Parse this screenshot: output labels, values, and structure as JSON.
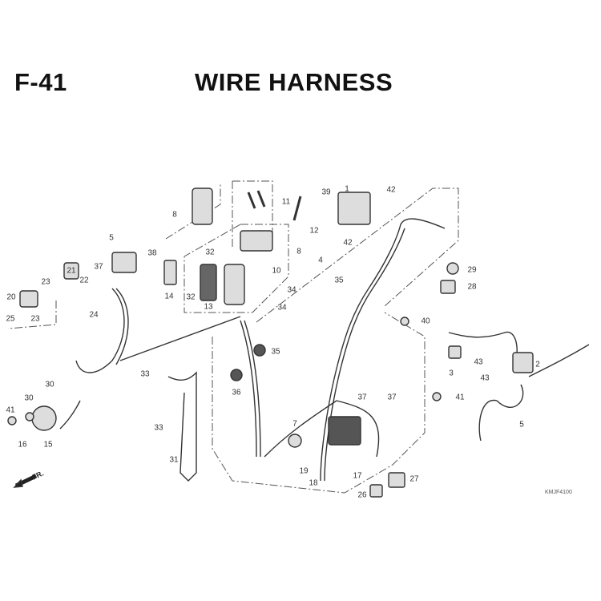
{
  "header": {
    "figure_number": "F-41",
    "title": "WIRE HARNESS"
  },
  "diagram_code": "KMJF4100",
  "front_indicator": "FR.",
  "callouts": [
    "1",
    "2",
    "3",
    "4",
    "5",
    "5",
    "7",
    "8",
    "8",
    "10",
    "11",
    "12",
    "13",
    "14",
    "15",
    "16",
    "17",
    "18",
    "19",
    "20",
    "21",
    "22",
    "23",
    "23",
    "24",
    "25",
    "26",
    "27",
    "28",
    "29",
    "30",
    "30",
    "31",
    "32",
    "32",
    "33",
    "33",
    "34",
    "34",
    "35",
    "35",
    "36",
    "37",
    "37",
    "37",
    "38",
    "39",
    "40",
    "41",
    "41",
    "42",
    "42",
    "43",
    "43"
  ]
}
